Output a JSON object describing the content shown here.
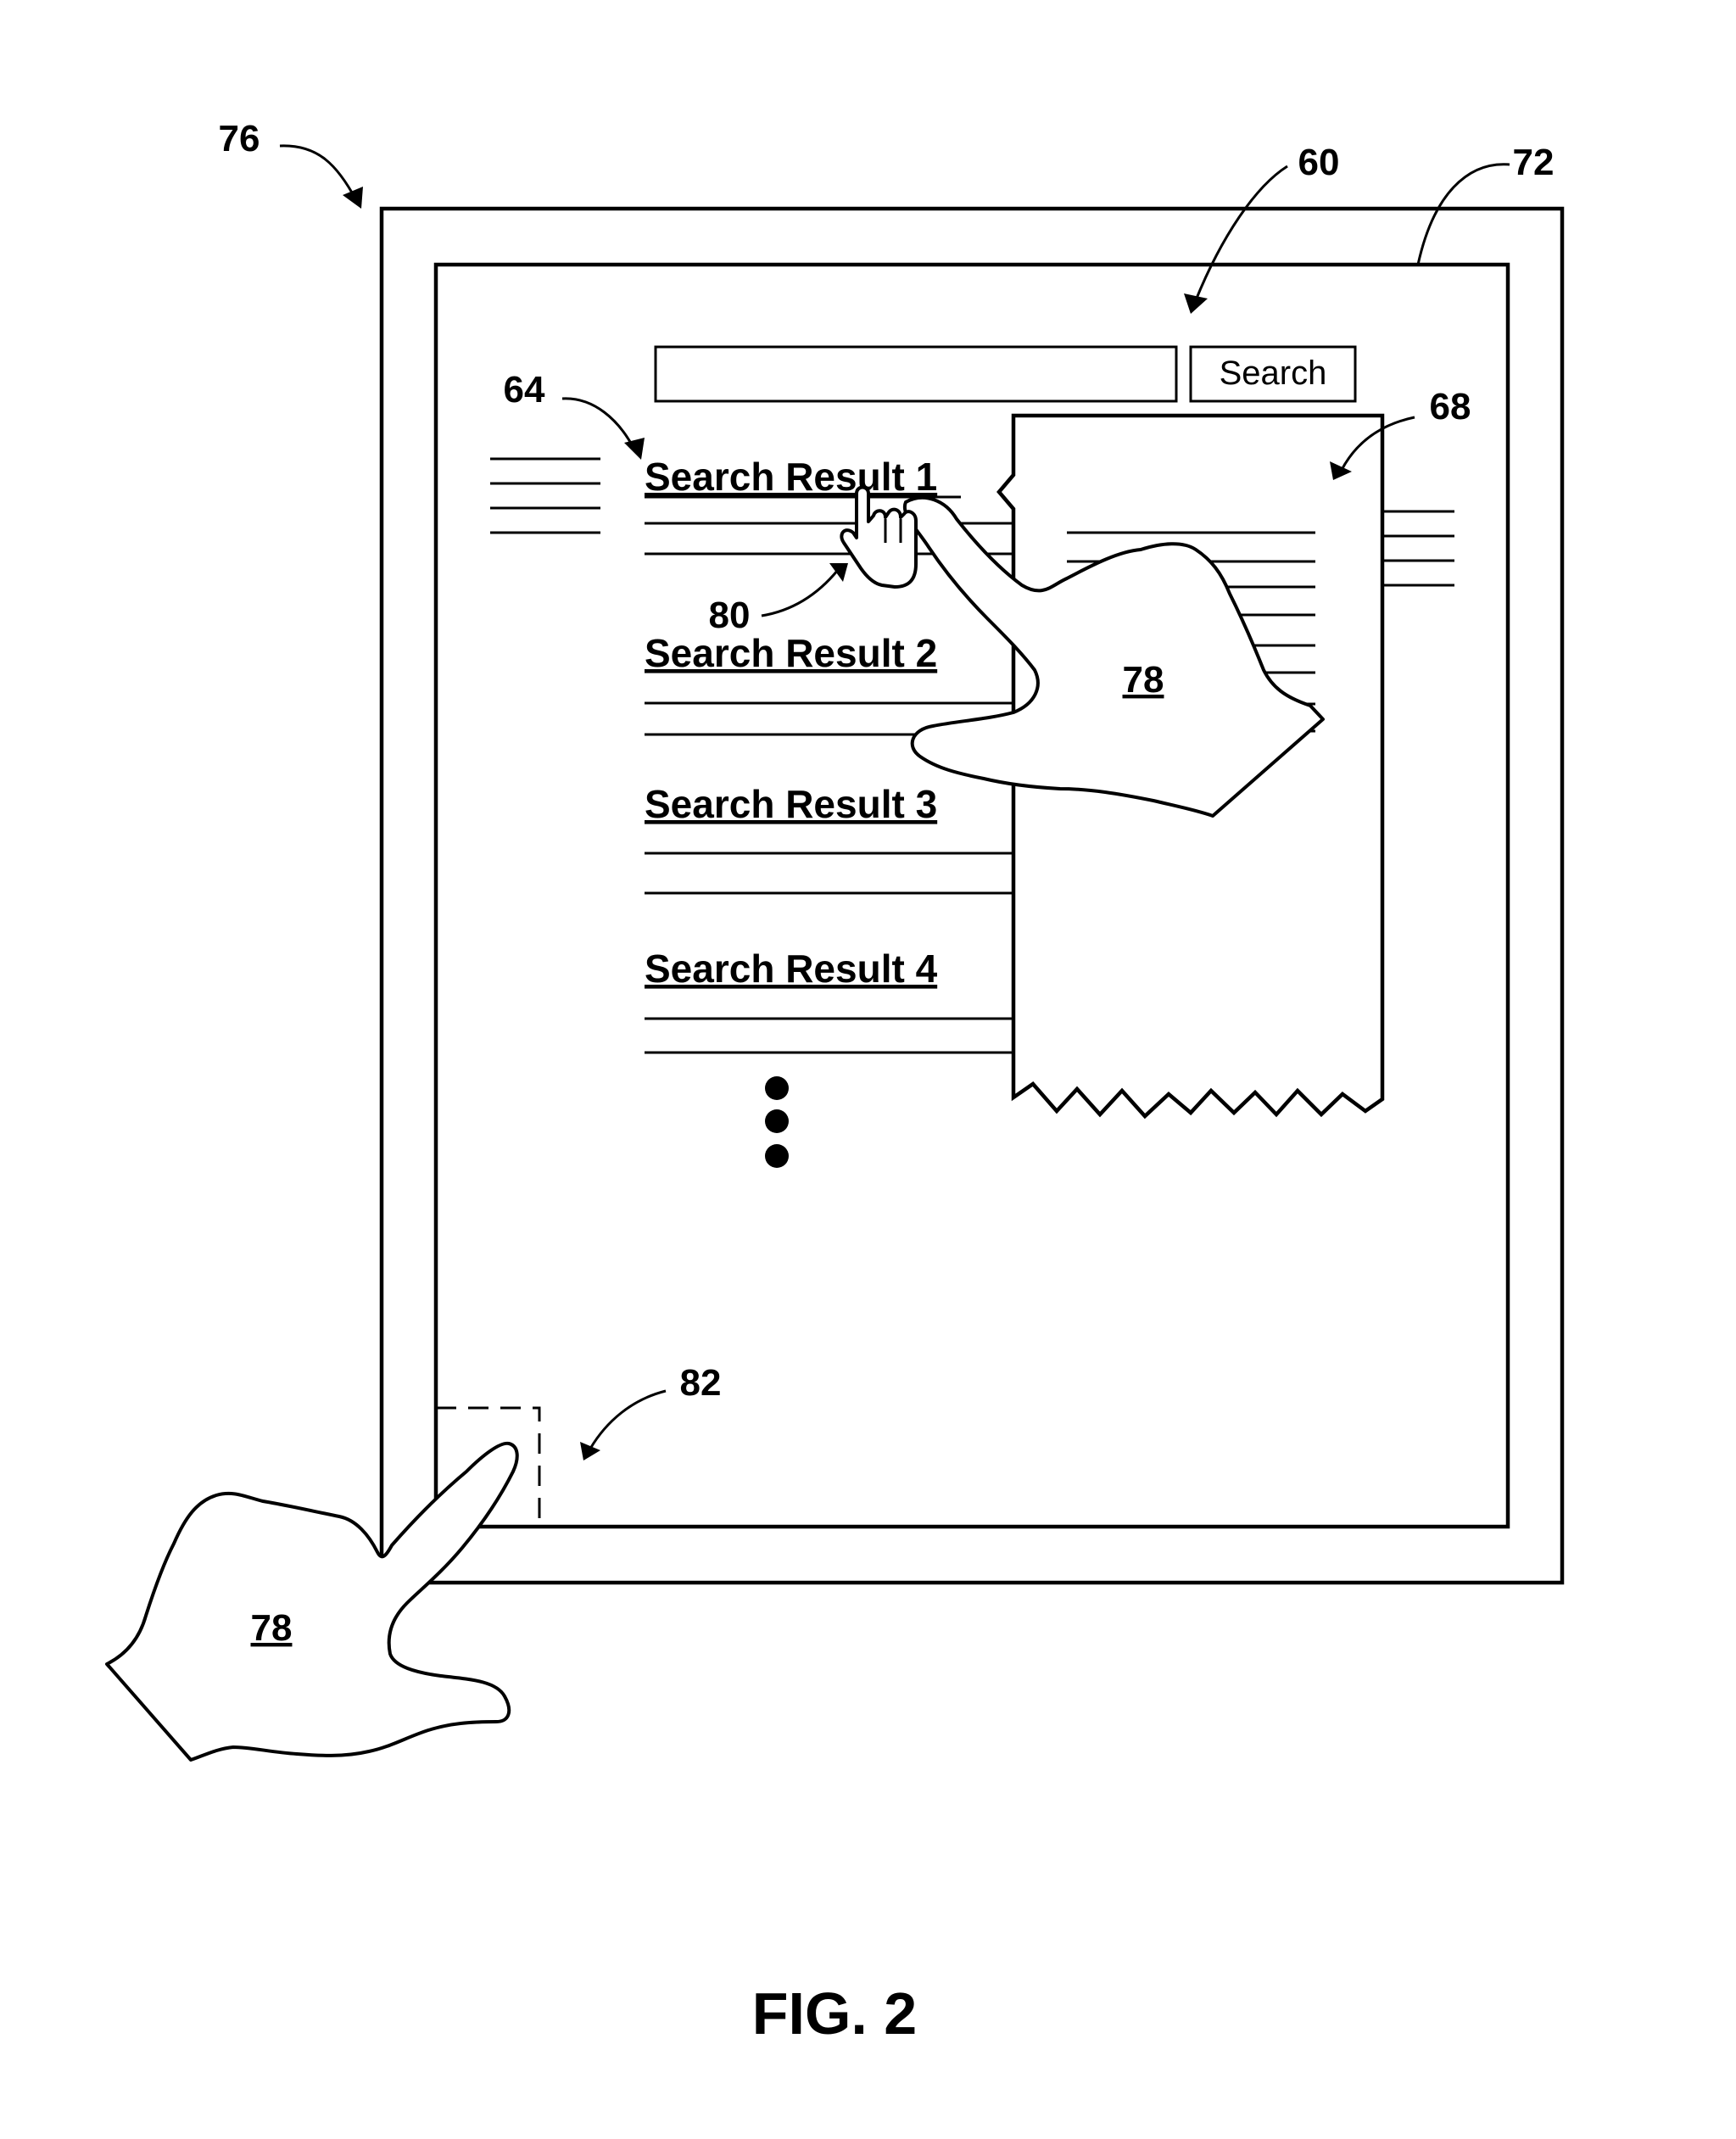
{
  "search": {
    "button_label": "Search",
    "input_value": ""
  },
  "results": [
    {
      "title": "Search Result 1"
    },
    {
      "title": "Search Result 2"
    },
    {
      "title": "Search Result 3"
    },
    {
      "title": "Search Result 4"
    }
  ],
  "reference_numerals": {
    "device": "76",
    "display": "72",
    "ui": "60",
    "results_list": "64",
    "preview_panel": "68",
    "hand": "78",
    "cursor": "80",
    "corner_region": "82"
  },
  "figure_label": "FIG. 2",
  "colors": {
    "ink": "#000000",
    "paper": "#ffffff"
  }
}
